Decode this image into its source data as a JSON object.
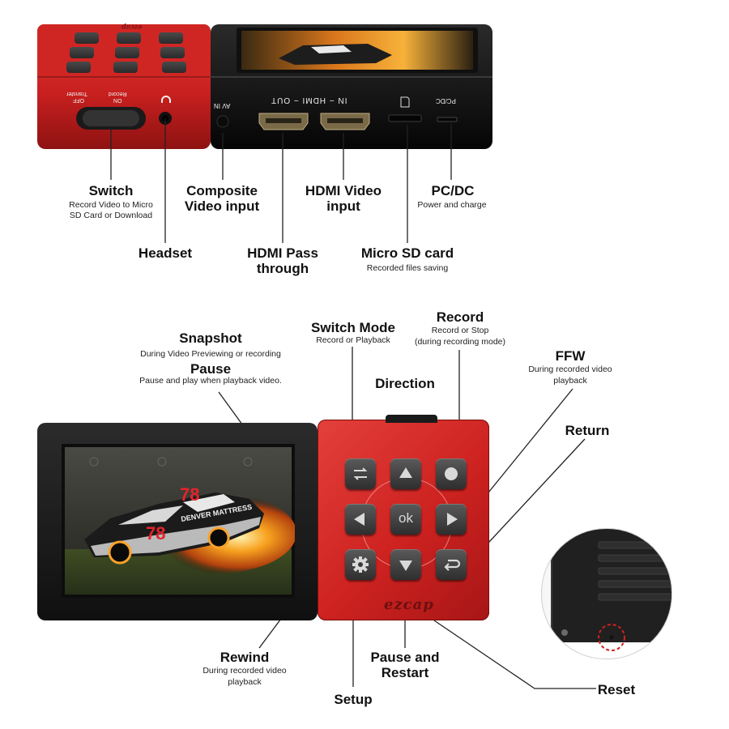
{
  "brand": "ezcap",
  "top_panel": {
    "port_labels": {
      "record": "Record",
      "on": "ON",
      "off": "OFF",
      "transfer": "Transfer",
      "av_in": "AV IN",
      "hdmi": "IN − HDMI − OUT",
      "pcdc": "PC/DC"
    }
  },
  "top_callouts": {
    "switch_title": "Switch",
    "switch_desc_1": "Record Video to Micro",
    "switch_desc_2": "SD Card or Download",
    "headset_title": "Headset",
    "composite_title_1": "Composite",
    "composite_title_2": "Video input",
    "hdmi_pass_title_1": "HDMI Pass",
    "hdmi_pass_title_2": "through",
    "hdmi_video_title_1": "HDMI Video",
    "hdmi_video_title_2": "input",
    "micro_sd_title": "Micro SD card",
    "micro_sd_desc": "Recorded files saving",
    "pcdc_title": "PC/DC",
    "pcdc_desc": "Power and charge"
  },
  "bottom_callouts": {
    "snapshot_title": "Snapshot",
    "snapshot_desc": "During Video Previewing or recording",
    "pause_title": "Pause",
    "pause_desc": "Pause and play when playback video.",
    "switch_mode_title": "Switch Mode",
    "switch_mode_desc": "Record or Playback",
    "record_title": "Record",
    "record_desc_1": "Record or Stop",
    "record_desc_2": "(during recording mode)",
    "direction_title": "Direction",
    "ffw_title": "FFW",
    "ffw_desc_1": "During recorded video",
    "ffw_desc_2": "playback",
    "return_title": "Return",
    "rewind_title": "Rewind",
    "rewind_desc_1": "During recorded video",
    "rewind_desc_2": "playback",
    "pause_restart_title_1": "Pause and",
    "pause_restart_title_2": "Restart",
    "setup_title": "Setup",
    "reset_title": "Reset"
  },
  "keypad": {
    "ok_label": "ok"
  },
  "screen": {
    "car_number": "78",
    "car_sponsor": "DENVER MATTRESS"
  },
  "colors": {
    "device_red": "#d42a2a",
    "device_black": "#151515",
    "key_gray": "#3c3c3c",
    "reset_ring": "#d42020"
  }
}
